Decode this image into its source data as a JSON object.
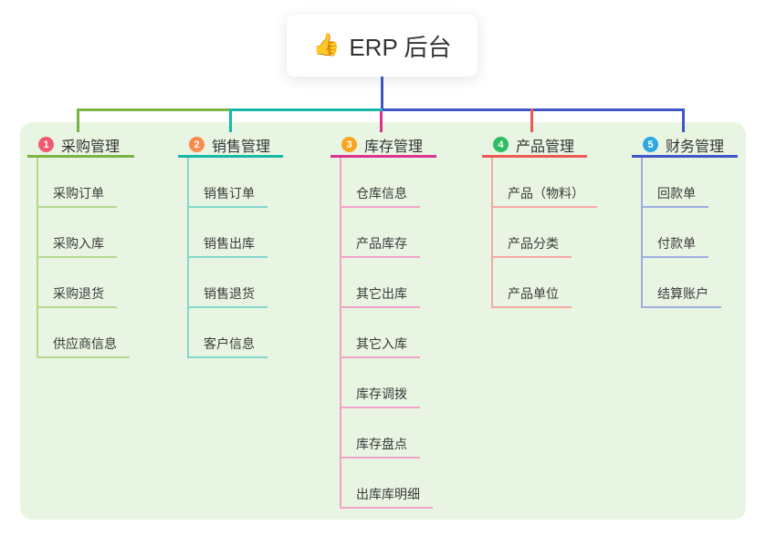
{
  "root": {
    "icon": "👍",
    "label": "ERP 后台"
  },
  "canvas": {
    "background": "#ffffff",
    "panel_background": "#e9f5e3",
    "text_color": "#333333"
  },
  "branches": [
    {
      "badge": "1",
      "title": "采购管理",
      "badge_color": "#ee5a6e",
      "color_main": "#7cb342",
      "color_light": "#b3d98f",
      "children": [
        "采购订单",
        "采购入库",
        "采购退货",
        "供应商信息"
      ]
    },
    {
      "badge": "2",
      "title": "销售管理",
      "badge_color": "#f98b4e",
      "color_main": "#17b8a6",
      "color_light": "#84d6cc",
      "children": [
        "销售订单",
        "销售出库",
        "销售退货",
        "客户信息"
      ]
    },
    {
      "badge": "3",
      "title": "库存管理",
      "badge_color": "#f6a623",
      "color_main": "#db3390",
      "color_light": "#f2a3cc",
      "children": [
        "仓库信息",
        "产品库存",
        "其它出库",
        "其它入库",
        "库存调拨",
        "库存盘点",
        "出库库明细"
      ]
    },
    {
      "badge": "4",
      "title": "产品管理",
      "badge_color": "#2dbd62",
      "color_main": "#ee5a55",
      "color_light": "#f5aaa4",
      "children": [
        "产品（物料）",
        "产品分类",
        "产品单位"
      ]
    },
    {
      "badge": "5",
      "title": "财务管理",
      "badge_color": "#2ea8de",
      "color_main": "#4156c6",
      "color_light": "#9dadde",
      "children": [
        "回款单",
        "付款单",
        "结算账户"
      ]
    }
  ]
}
